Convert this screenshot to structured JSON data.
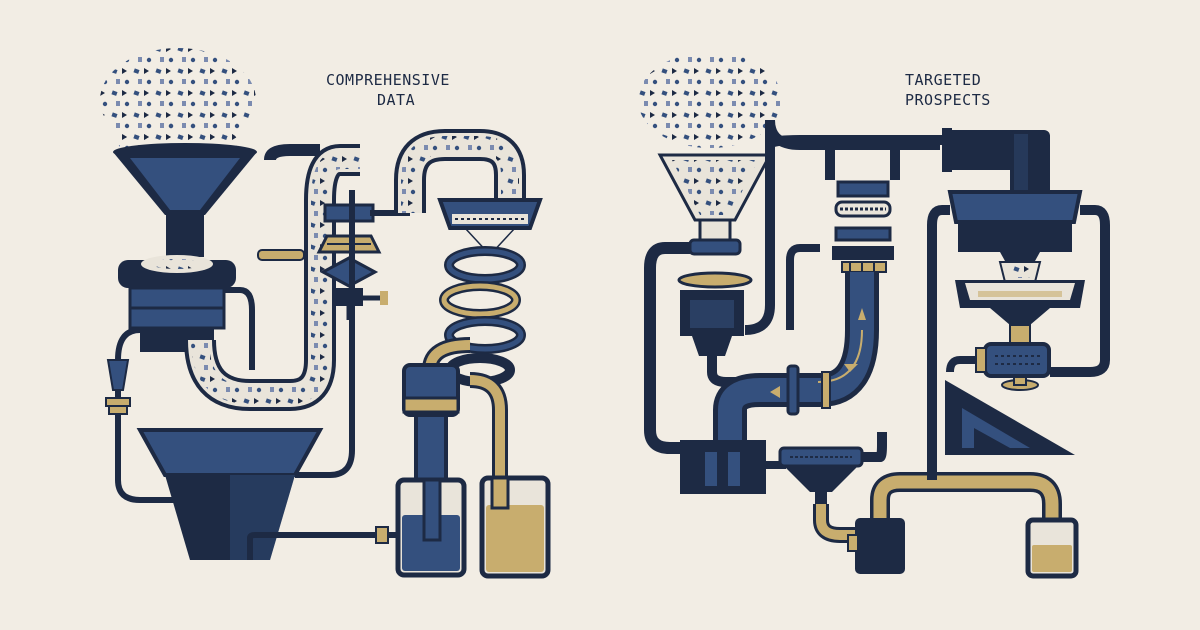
{
  "labels": {
    "left": {
      "line1": "COMPREHENSIVE",
      "line2": "DATA"
    },
    "right": {
      "line1": "TARGETED",
      "line2": "PROSPECTS"
    }
  },
  "colors": {
    "background": "#f2ede4",
    "navy": "#1d2a44",
    "blue": "#34507e",
    "gold": "#c8ad6e",
    "light": "#e9e4da"
  }
}
